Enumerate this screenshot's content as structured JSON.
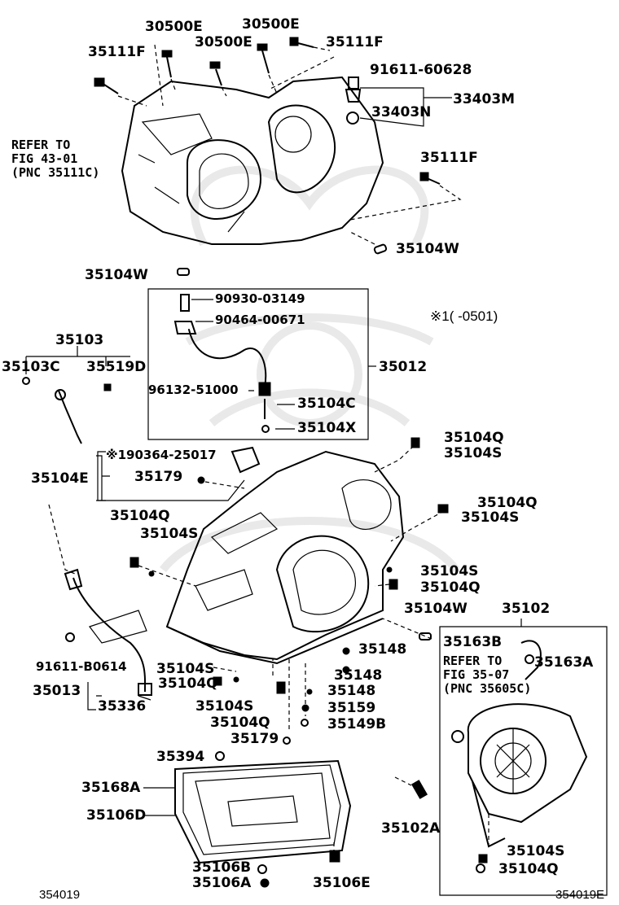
{
  "diagram": {
    "labels": {
      "p30500e_a": "30500E",
      "p30500e_b": "30500E",
      "p30500e_c": "30500E",
      "p35111f_a": "35111F",
      "p35111f_b": "35111F",
      "p35111f_c": "35111F",
      "p91611_60628": "91611-60628",
      "p33403m": "33403M",
      "p33403n": "33403N",
      "refer_4301": "REFER TO\nFIG 43-01\n(PNC 35111C)",
      "p35104w_a": "35104W",
      "p35104w_b": "35104W",
      "p35104w_c": "35104W",
      "p90930_03149": "90930-03149",
      "p90464_00671": "90464-00671",
      "variant_note": "※1(    -0501)",
      "p35103": "35103",
      "p35103c": "35103C",
      "p35519d": "35519D",
      "p35012": "35012",
      "p96132_51000": "96132-51000",
      "p35104c": "35104C",
      "p35104x": "35104X",
      "p35104q_a": "35104Q",
      "p35104s_a": "35104S",
      "p190364": "※190364-25017",
      "p35104e": "35104E",
      "p35179_a": "35179",
      "p35104q_b": "35104Q",
      "p35104s_b": "35104S",
      "p35104q_c": "35104Q",
      "p35104s_c": "35104S",
      "p35104s_d": "35104S",
      "p35104q_d": "35104Q",
      "p35102": "35102",
      "p35163b": "35163B",
      "p35163a": "35163A",
      "refer_3507": "REFER TO\nFIG 35-07\n(PNC 35605C)",
      "p35148_a": "35148",
      "p35148_b": "35148",
      "p35148_c": "35148",
      "p91611_b0614": "91611-B0614",
      "p35104s_e": "35104S",
      "p35104q_e": "35104Q",
      "p35013": "35013",
      "p35336": "35336",
      "p35104s_f": "35104S",
      "p35104q_f": "35104Q",
      "p35159": "35159",
      "p35149b": "35149B",
      "p35179_b": "35179",
      "p35394": "35394",
      "p35168a": "35168A",
      "p35106d": "35106D",
      "p35102a": "35102A",
      "p35104s_g": "35104S",
      "p35104q_g": "35104Q",
      "p35106b": "35106B",
      "p35106a": "35106A",
      "p35106e": "35106E",
      "footer_left": "354019",
      "footer_right": "354019E"
    }
  }
}
